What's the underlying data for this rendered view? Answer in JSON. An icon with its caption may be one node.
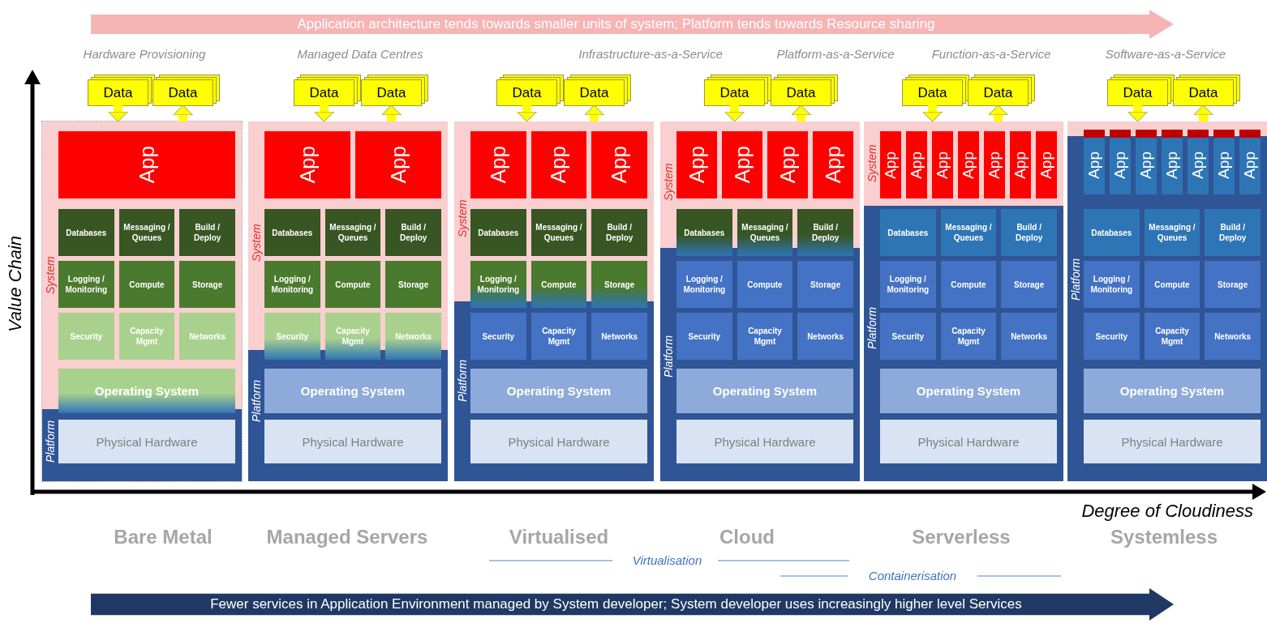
{
  "diagram": {
    "nodes": [
      {
        "text": [
          "Data"
        ]
      },
      {
        "text": [
          "Data"
        ]
      },
      {
        "text": [
          "System",
          "Platform"
        ],
        "beside": [
          "Bare Metal"
        ]
      },
      {
        "text": [
          "App"
        ],
        "in": 2
      },
      {
        "text": [
          "Databases"
        ],
        "in": 2
      },
      {
        "text": [
          "Messaging / Queues"
        ],
        "in": 2
      },
      {
        "text": [
          "Build / Deploy"
        ],
        "in": 2
      },
      {
        "text": [
          "Logging / Monitoring"
        ],
        "in": 2
      },
      {
        "text": [
          "Compute"
        ],
        "in": 2
      },
      {
        "text": [
          "Storage"
        ],
        "in": 2
      },
      {
        "text": [
          "Security"
        ],
        "in": 2
      },
      {
        "text": [
          "Capacity Mgmt"
        ],
        "in": 2
      },
      {
        "text": [
          "Networks"
        ],
        "in": 2
      },
      {
        "text": [
          "Operating System"
        ],
        "in": 2
      },
      {
        "text": [
          "Physical Hardware"
        ],
        "in": 2
      },
      {
        "text": [
          "Data"
        ]
      },
      {
        "text": [
          "Data"
        ]
      },
      {
        "text": [
          "System",
          "Platform"
        ],
        "beside": [
          "Managed Servers"
        ]
      },
      {
        "text": [
          "App"
        ],
        "in": 17
      },
      {
        "text": [
          "App"
        ],
        "in": 17
      },
      {
        "text": [
          "Databases"
        ],
        "in": 17
      },
      {
        "text": [
          "Messaging / Queues"
        ],
        "in": 17
      },
      {
        "text": [
          "Build / Deploy"
        ],
        "in": 17
      },
      {
        "text": [
          "Logging / Monitoring"
        ],
        "in": 17
      },
      {
        "text": [
          "Compute"
        ],
        "in": 17
      },
      {
        "text": [
          "Storage"
        ],
        "in": 17
      },
      {
        "text": [
          "Security"
        ],
        "in": 17
      },
      {
        "text": [
          "Capacity Mgmt"
        ],
        "in": 17
      },
      {
        "text": [
          "Networks"
        ],
        "in": 17
      },
      {
        "text": [
          "Operating System"
        ],
        "in": 17
      },
      {
        "text": [
          "Physical Hardware"
        ],
        "in": 17
      },
      {
        "text": [
          "Data"
        ]
      },
      {
        "text": [
          "Data"
        ]
      },
      {
        "text": [
          "System",
          "Platform"
        ],
        "beside": [
          "Virtualised"
        ]
      },
      {
        "text": [
          "App"
        ],
        "in": 33
      },
      {
        "text": [
          "App"
        ],
        "in": 33
      },
      {
        "text": [
          "App"
        ],
        "in": 33
      },
      {
        "text": [
          "Databases"
        ],
        "in": 33
      },
      {
        "text": [
          "Messaging / Queues"
        ],
        "in": 33
      },
      {
        "text": [
          "Build / Deploy"
        ],
        "in": 33
      },
      {
        "text": [
          "Logging / Monitoring"
        ],
        "in": 33
      },
      {
        "text": [
          "Compute"
        ],
        "in": 33
      },
      {
        "text": [
          "Storage"
        ],
        "in": 33
      },
      {
        "text": [
          "Security"
        ],
        "in": 33
      },
      {
        "text": [
          "Capacity Mgmt"
        ],
        "in": 33
      },
      {
        "text": [
          "Networks"
        ],
        "in": 33
      },
      {
        "text": [
          "Operating System"
        ],
        "in": 33
      },
      {
        "text": [
          "Physical Hardware"
        ],
        "in": 33
      },
      {
        "text": [
          "Data"
        ]
      },
      {
        "text": [
          "Data"
        ]
      },
      {
        "text": [
          "System",
          "Platform"
        ],
        "beside": [
          "Cloud"
        ]
      },
      {
        "text": [
          "App"
        ],
        "in": 50
      },
      {
        "text": [
          "App"
        ],
        "in": 50
      },
      {
        "text": [
          "App"
        ],
        "in": 50
      },
      {
        "text": [
          "App"
        ],
        "in": 50
      },
      {
        "text": [
          "Databases"
        ],
        "in": 50
      },
      {
        "text": [
          "Messaging / Queues"
        ],
        "in": 50
      },
      {
        "text": [
          "Build / Deploy"
        ],
        "in": 50
      },
      {
        "text": [
          "Logging / Monitoring"
        ],
        "in": 50
      },
      {
        "text": [
          "Compute"
        ],
        "in": 50
      },
      {
        "text": [
          "Storage"
        ],
        "in": 50
      },
      {
        "text": [
          "Security"
        ],
        "in": 50
      },
      {
        "text": [
          "Capacity Mgmt"
        ],
        "in": 50
      },
      {
        "text": [
          "Networks"
        ],
        "in": 50
      },
      {
        "text": [
          "Operating System"
        ],
        "in": 50
      },
      {
        "text": [
          "Physical Hardware"
        ],
        "in": 50
      },
      {
        "text": [
          "Data"
        ]
      },
      {
        "text": [
          "Data"
        ]
      },
      {
        "text": [
          "System",
          "Platform"
        ],
        "beside": [
          "Serverless"
        ]
      },
      {
        "text": [
          "App"
        ],
        "in": 68
      },
      {
        "text": [
          "App"
        ],
        "in": 68
      },
      {
        "text": [
          "App"
        ],
        "in": 68
      },
      {
        "text": [
          "App"
        ],
        "in": 68
      },
      {
        "text": [
          "App"
        ],
        "in": 68
      },
      {
        "text": [
          "App"
        ],
        "in": 68
      },
      {
        "text": [
          "App"
        ],
        "in": 68
      },
      {
        "text": [
          "Databases"
        ],
        "in": 68
      },
      {
        "text": [
          "Messaging / Queues"
        ],
        "in": 68
      },
      {
        "text": [
          "Build / Deploy"
        ],
        "in": 68
      },
      {
        "text": [
          "Logging / Monitoring"
        ],
        "in": 68
      },
      {
        "text": [
          "Compute"
        ],
        "in": 68
      },
      {
        "text": [
          "Storage"
        ],
        "in": 68
      },
      {
        "text": [
          "Security"
        ],
        "in": 68
      },
      {
        "text": [
          "Capacity Mgmt"
        ],
        "in": 68
      },
      {
        "text": [
          "Networks"
        ],
        "in": 68
      },
      {
        "text": [
          "Operating System"
        ],
        "in": 68
      },
      {
        "text": [
          "Physical Hardware"
        ],
        "in": 68
      },
      {
        "text": [
          "Data"
        ]
      },
      {
        "text": [
          "Data"
        ]
      },
      {
        "text": [
          "Platform"
        ],
        "beside": [
          "Systemless"
        ]
      },
      {
        "text": [
          "App"
        ],
        "in": 89
      },
      {
        "text": [
          "App"
        ],
        "in": 89
      },
      {
        "text": [
          "App"
        ],
        "in": 89
      },
      {
        "text": [
          "App"
        ],
        "in": 89
      },
      {
        "text": [
          "App"
        ],
        "in": 89
      },
      {
        "text": [
          "App"
        ],
        "in": 89
      },
      {
        "text": [
          "App"
        ],
        "in": 89
      },
      {
        "text": [
          "Databases"
        ],
        "in": 89
      },
      {
        "text": [
          "Messaging / Queues"
        ],
        "in": 89
      },
      {
        "text": [
          "Build / Deploy"
        ],
        "in": 89
      },
      {
        "text": [
          "Logging / Monitoring"
        ],
        "in": 89
      },
      {
        "text": [
          "Compute"
        ],
        "in": 89
      },
      {
        "text": [
          "Storage"
        ],
        "in": 89
      },
      {
        "text": [
          "Security"
        ],
        "in": 89
      },
      {
        "text": [
          "Capacity Mgmt"
        ],
        "in": 89
      },
      {
        "text": [
          "Networks"
        ],
        "in": 89
      },
      {
        "text": [
          "Operating System"
        ],
        "in": 89
      },
      {
        "text": [
          "Physical Hardware"
        ],
        "in": 89
      }
    ],
    "edges": [
      {
        "from": 0,
        "to": 2,
        "arrow": "to"
      },
      {
        "from": 2,
        "to": 1,
        "arrow": "to"
      },
      {
        "from": 15,
        "to": 17,
        "arrow": "to"
      },
      {
        "from": 17,
        "to": 16,
        "arrow": "to"
      },
      {
        "from": 31,
        "to": 33,
        "arrow": "to"
      },
      {
        "from": 33,
        "to": 32,
        "arrow": "to"
      },
      {
        "from": 48,
        "to": 50,
        "arrow": "to"
      },
      {
        "from": 50,
        "to": 49,
        "arrow": "to"
      },
      {
        "from": 66,
        "to": 68,
        "arrow": "to"
      },
      {
        "from": 68,
        "to": 67,
        "arrow": "to"
      },
      {
        "from": 87,
        "to": 89,
        "arrow": "to"
      },
      {
        "from": 89,
        "to": 88,
        "arrow": "to"
      }
    ],
    "labels": [
      "Application architecture tends towards smaller units of system; Platform tends towards Resource sharing",
      "Hardware Provisioning",
      "Managed Data Centres",
      "Infrastructure-as-a-Service",
      "Platform-as-a-Service",
      "Function-as-a-Service",
      "Software-as-a-Service",
      "Value Chain",
      "Degree of Cloudiness",
      "Virtualisation",
      "Containerisation",
      "Fewer services in Application Environment managed by System developer; System developer uses increasingly higher level Services"
    ]
  }
}
